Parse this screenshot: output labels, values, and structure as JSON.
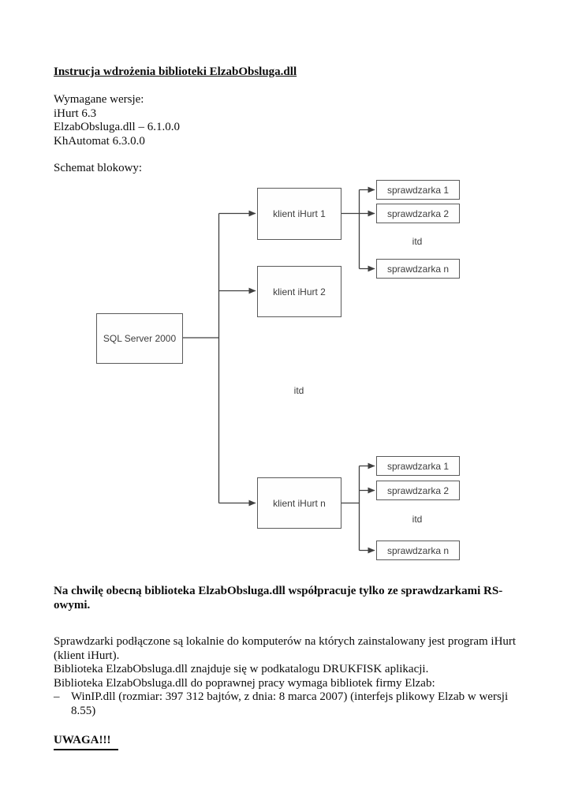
{
  "document": {
    "title": "Instrucja wdrożenia biblioteki ElzabObsluga.dll",
    "versions": {
      "heading": "Wymagane wersje:",
      "items": [
        "iHurt 6.3",
        "ElzabObsluga.dll – 6.1.0.0",
        "KhAutomat 6.3.0.0"
      ]
    },
    "diagram_heading": "Schemat blokowy:",
    "bold_note_lines": [
      "Na chwilę obecną biblioteka ElzabObsluga.dll współpracuje tylko ze sprawdzarkami RS-",
      "owymi."
    ],
    "body_lines": [
      "Sprawdzarki podłączone są lokalnie do komputerów na których zainstalowany jest program iHurt",
      "(klient iHurt).",
      "Biblioteka ElzabObsluga.dll znajduje się w podkatalogu DRUKFISK aplikacji.",
      "Biblioteka ElzabObsluga.dll do poprawnej pracy wymaga bibliotek firmy Elzab:"
    ],
    "list_item": {
      "marker": "–",
      "lines": [
        "WinIP.dll (rozmiar: 397 312 bajtów, z dnia: 8 marca 2007) (interfejs plikowy Elzab w wersji",
        "8.55)"
      ]
    },
    "warning_heading": "UWAGA!!!"
  },
  "diagram": {
    "server": "SQL Server 2000",
    "clients": [
      "klient iHurt 1",
      "klient iHurt 2",
      "klient iHurt n"
    ],
    "checkers_top": [
      "sprawdzarka 1",
      "sprawdzarka 2",
      "sprawdzarka n"
    ],
    "checkers_bottom": [
      "sprawdzarka 1",
      "sprawdzarka 2",
      "sprawdzarka n"
    ],
    "etc_label": "itd",
    "colors": {
      "connector_line": "#404040",
      "box_border": "#5a5a5a",
      "box_text": "#3d3d3d"
    }
  }
}
